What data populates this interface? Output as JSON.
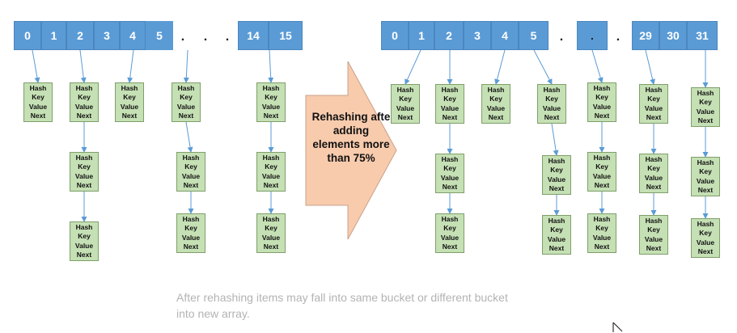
{
  "left_array": {
    "cells": [
      "0",
      "1",
      "2",
      "3",
      "4",
      "5",
      ".",
      ".",
      ".",
      "14",
      "15"
    ]
  },
  "right_array": {
    "cells": [
      "0",
      "1",
      "2",
      "3",
      "4",
      "5",
      ".",
      ".",
      ".",
      "29",
      "30",
      "31"
    ]
  },
  "node_fields": [
    "Hash",
    "Key",
    "Value",
    "Next"
  ],
  "arrow_label": "Rehashing afte adding elements more than 75%",
  "arrow_label_lines": [
    "Rehashing afte",
    "adding",
    "elements more",
    "than 75%"
  ],
  "caption": "After rehashing items may fall into same bucket or different bucket into new array.",
  "caption_lines": [
    "After rehashing items may fall into same bucket or different bucket",
    "into new array."
  ],
  "colors": {
    "array_cell": "#5b9bd5",
    "node_fill": "#c5e0b4",
    "arrow_fill": "#f8cbad",
    "caption_text": "#b3b3b3"
  }
}
